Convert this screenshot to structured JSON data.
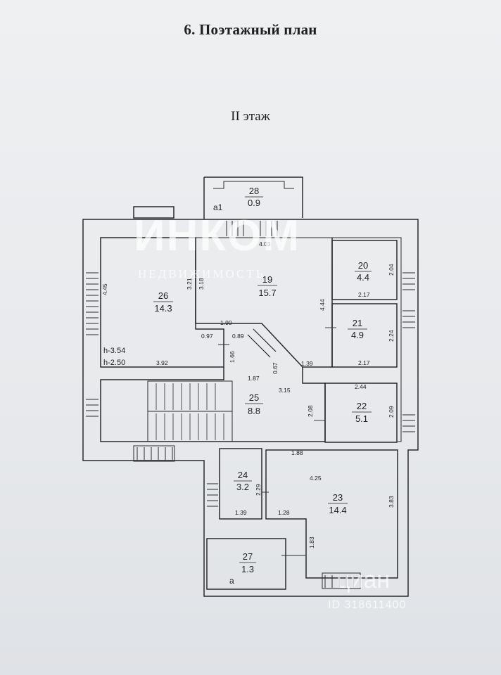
{
  "header": {
    "title": "6. Поэтажный план",
    "floor": "II этаж"
  },
  "rooms": [
    {
      "num": "28",
      "area": "0.9"
    },
    {
      "num": "19",
      "area": "15.7"
    },
    {
      "num": "20",
      "area": "4.4"
    },
    {
      "num": "26",
      "area": "14.3"
    },
    {
      "num": "21",
      "area": "4.9"
    },
    {
      "num": "25",
      "area": "8.8"
    },
    {
      "num": "22",
      "area": "5.1"
    },
    {
      "num": "24",
      "area": "3.2"
    },
    {
      "num": "23",
      "area": "14.4"
    },
    {
      "num": "27",
      "area": "1.3"
    }
  ],
  "dimensions": [
    "4.45",
    "3.21",
    "3.18",
    "4.44",
    "2.04",
    "2.17",
    "2.24",
    "2.17",
    "1.90",
    "0.97",
    "0.89",
    "1.66",
    "0.67",
    "1.39",
    "3.92",
    "1.87",
    "3.15",
    "2.08",
    "2.44",
    "2.09",
    "1.88",
    "4.25",
    "2.29",
    "1.39",
    "1.28",
    "3.83",
    "1.83",
    "4.03"
  ],
  "labels": {
    "h1": "h-3.54",
    "h2": "h-2.50",
    "a1": "a1",
    "a": "a"
  },
  "watermarks": {
    "brand": "ИНКОМ",
    "brand_sub": "НЕДВИЖИМОСТЬ",
    "cian": "циан",
    "listing_id": "ID 318611400"
  }
}
